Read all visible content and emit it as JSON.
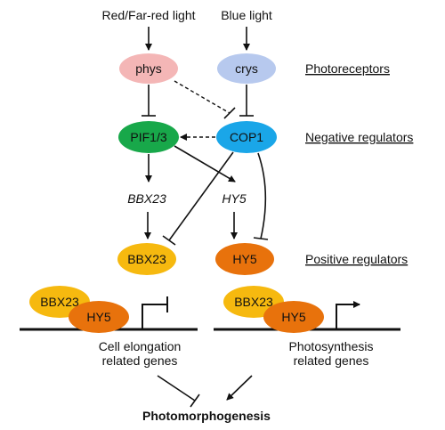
{
  "inputs": {
    "red_light": {
      "label": "Red/Far-red light",
      "color": "#d01010"
    },
    "blue_light": {
      "label": "Blue light",
      "color": "#1a2fd0"
    }
  },
  "nodes": {
    "phys": {
      "label": "phys",
      "color": "#f4b6b6"
    },
    "crys": {
      "label": "crys",
      "color": "#b7c9ee"
    },
    "pif": {
      "label": "PIF1/3",
      "color": "#18a84a"
    },
    "cop1": {
      "label": "COP1",
      "color": "#1aa6e8"
    },
    "bbx23_protein": {
      "label": "BBX23",
      "color": "#f6b90f"
    },
    "hy5_protein": {
      "label": "HY5",
      "color": "#e8720c"
    }
  },
  "genes": {
    "bbx23": "BBX23",
    "hy5": "HY5"
  },
  "categories": {
    "photoreceptors": "Photoreceptors",
    "negative_regulators": "Negative regulators",
    "positive_regulators": "Positive regulators"
  },
  "promoters": {
    "left": {
      "bbx23": "BBX23",
      "hy5": "HY5",
      "caption_line1": "Cell elongation",
      "caption_line2": "related genes",
      "effect": "repression"
    },
    "right": {
      "bbx23": "BBX23",
      "hy5": "HY5",
      "caption_line1": "Photosynthesis",
      "caption_line2": "related genes",
      "effect": "activation"
    }
  },
  "outcome": "Photomorphogenesis",
  "colors": {
    "line": "#111111"
  }
}
